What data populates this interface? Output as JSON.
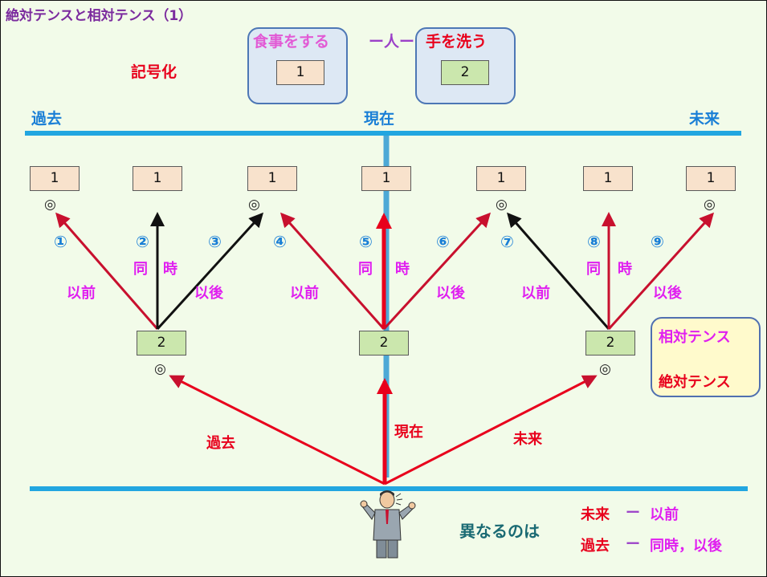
{
  "title": "絶対テンスと相対テンス（1）",
  "symbolize_label": "記号化",
  "legend": {
    "eat": {
      "label": "食事をする",
      "box": "1"
    },
    "person": "ー人ー",
    "wash": {
      "label": "手を洗う",
      "box": "2"
    }
  },
  "timeline": {
    "past": "過去",
    "present": "現在",
    "future": "未来"
  },
  "top_boxes": [
    "1",
    "1",
    "1",
    "1",
    "1",
    "1",
    "1",
    "1",
    "1"
  ],
  "mid_boxes": [
    "2",
    "2",
    "2"
  ],
  "circled_numbers": [
    "①",
    "②",
    "③",
    "④",
    "⑤",
    "⑥",
    "⑦",
    "⑧",
    "⑨"
  ],
  "double_circle": "◎",
  "relative_labels": {
    "before": "以前",
    "same_a": "同",
    "same_b": "時",
    "after": "以後"
  },
  "absolute_labels": {
    "past": "過去",
    "present": "現在",
    "future": "未来"
  },
  "tense_box": {
    "relative": "相対テンス",
    "absolute": "絶対テンス"
  },
  "bottom_note": {
    "lead": "異なるのは",
    "line1_a": "未来",
    "dash": "ー",
    "line1_b": "以前",
    "line2_a": "過去",
    "line2_b": "同時，以後"
  },
  "colors": {
    "background": "#f2fbe9",
    "timeline": "#22a6e0",
    "arrow_red": "#c8102e",
    "arrow_black": "#111111",
    "box_beige": "#f8e2cc",
    "box_green": "#cbe7ad"
  },
  "icons": {
    "presenter": "businessman-presenting-icon"
  }
}
